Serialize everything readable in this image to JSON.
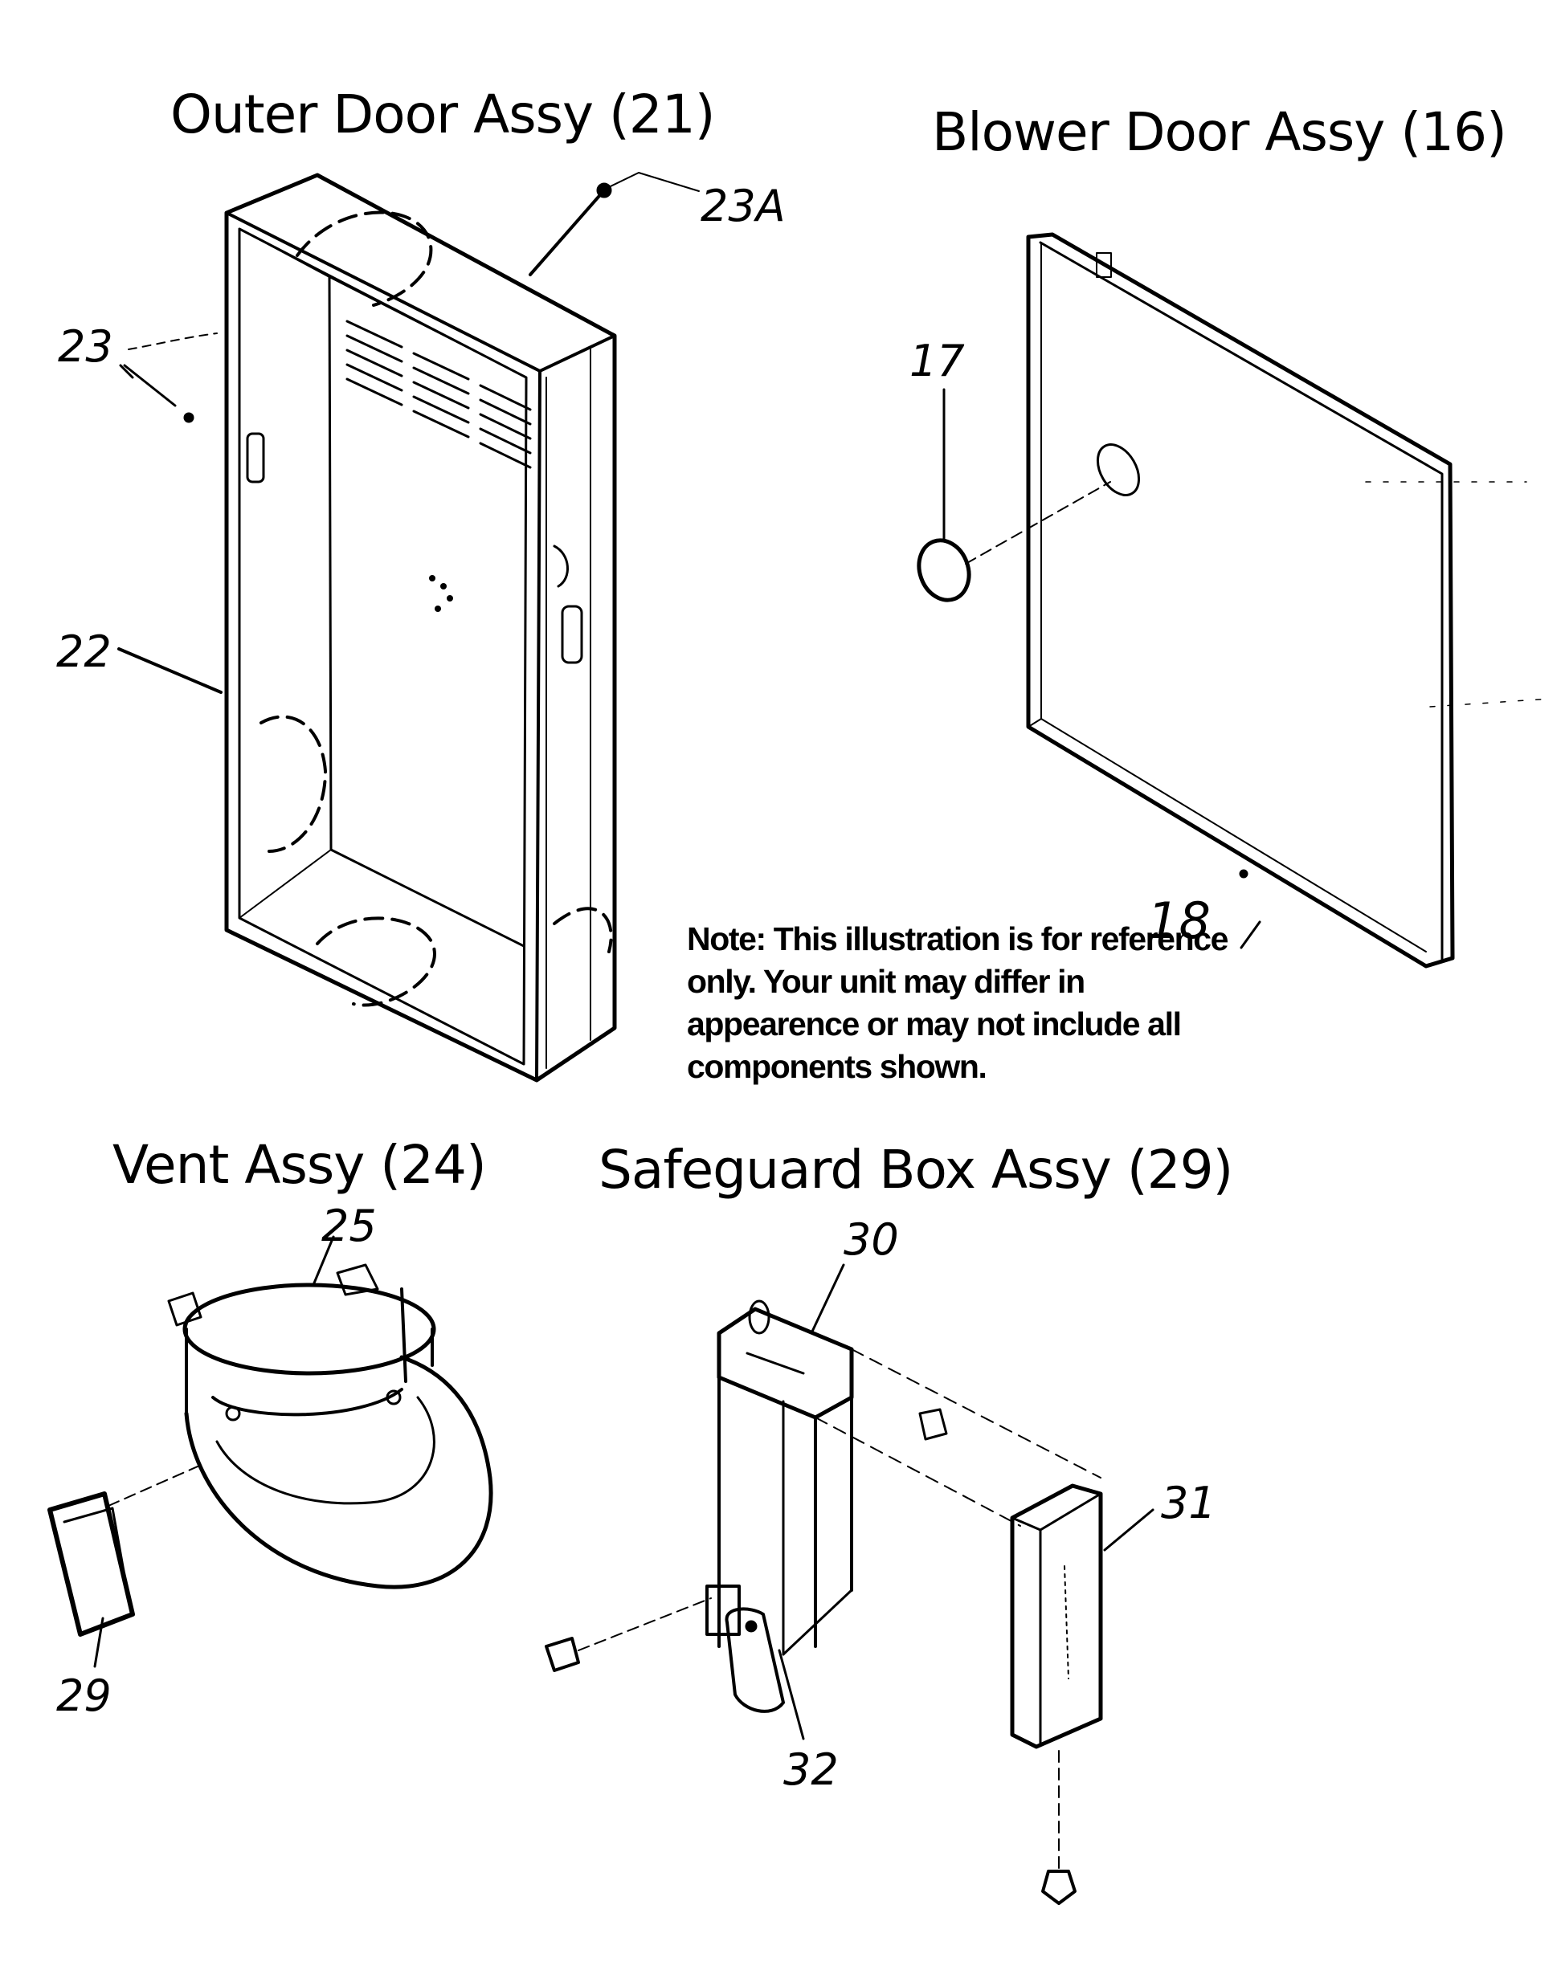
{
  "titles": {
    "outer_door": "Outer Door Assy (21)",
    "blower_door": "Blower Door Assy (16)",
    "vent": "Vent Assy (24)",
    "safeguard_box": "Safeguard Box Assy (29)"
  },
  "callouts": {
    "c23a": "23A",
    "c23": "23",
    "c22": "22",
    "c17": "17",
    "c18": "18",
    "c25": "25",
    "c29": "29",
    "c30": "30",
    "c31": "31",
    "c32": "32"
  },
  "note": "Note: This illustration is for reference only. Your unit may differ in appearence or may not include all components shown."
}
